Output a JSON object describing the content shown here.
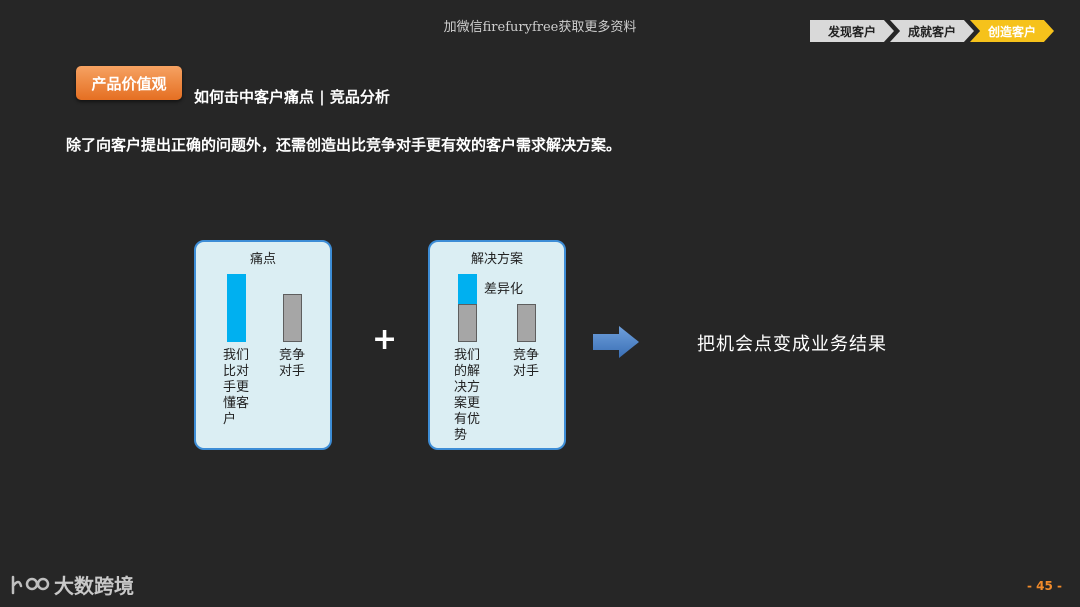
{
  "top_note": "加微信firefuryfree获取更多资料",
  "nav": {
    "steps": [
      {
        "label": "发现客户",
        "state": "inactive"
      },
      {
        "label": "成就客户",
        "state": "inactive"
      },
      {
        "label": "创造客户",
        "state": "active"
      }
    ]
  },
  "header": {
    "tag": "产品价值观",
    "subtitle": "如何击中客户痛点 | 竞品分析"
  },
  "intro": "除了向客户提出正确的问题外，还需创造出比竞争对手更有效的客户需求解决方案。",
  "pain_card": {
    "title": "痛点",
    "ours_label": "我们\n比对\n手更\n懂客\n户",
    "competitor_label": "竞争\n对手"
  },
  "solution_card": {
    "title": "解决方案",
    "diff_label": "差异化",
    "ours_label": "我们\n的解\n决方\n案更\n有优\n势",
    "competitor_label": "竞争\n对手"
  },
  "plus_symbol": "+",
  "result": "把机会点变成业务结果",
  "footer": {
    "logo_text": "大数跨境",
    "page_number": "- 45 -"
  },
  "colors": {
    "accent_orange": "#e56f22",
    "nav_active": "#f6c21b",
    "bar_cyan": "#00b0f0",
    "card_bg": "#dbeef3",
    "arrow_blue": "#4f81bd"
  }
}
